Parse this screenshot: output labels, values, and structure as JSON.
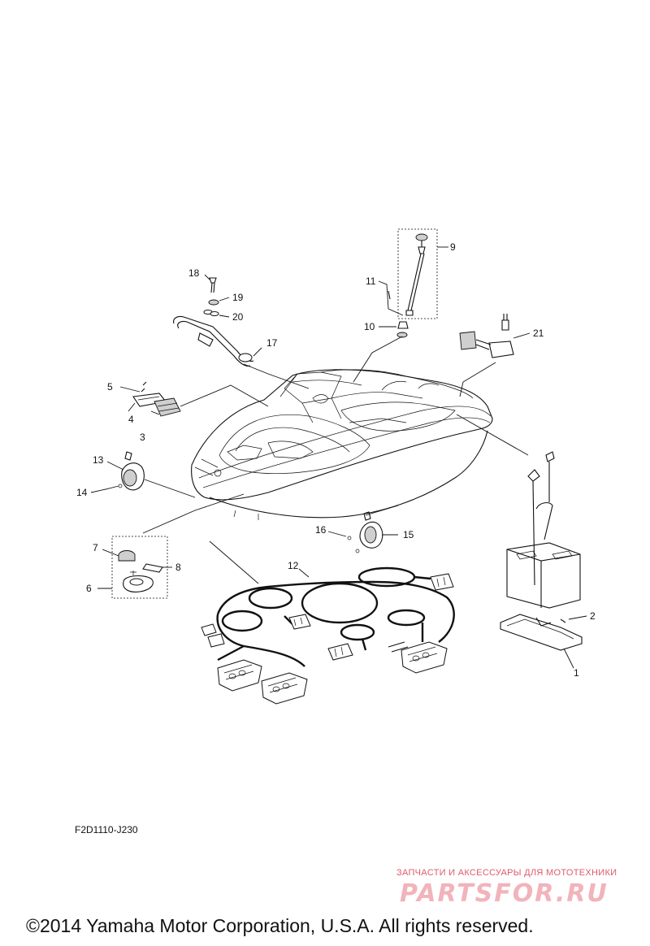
{
  "diagram": {
    "code": "F2D1110-J230",
    "callouts": [
      "1",
      "2",
      "3",
      "4",
      "5",
      "6",
      "7",
      "8",
      "9",
      "10",
      "11",
      "12",
      "13",
      "14",
      "15",
      "16",
      "17",
      "18",
      "19",
      "20",
      "21"
    ]
  },
  "footer": {
    "copyright": "©2014 Yamaha Motor Corporation, U.S.A. All rights reserved."
  },
  "watermark": {
    "tagline": "ЗАПЧАСТИ И АКСЕССУАРЫ ДЛЯ МОТОТЕХНИКИ",
    "logo_text": "PARTSFOR.RU",
    "colors": {
      "tagline": "#e05a6a",
      "logo": "#f2b3ba"
    }
  }
}
